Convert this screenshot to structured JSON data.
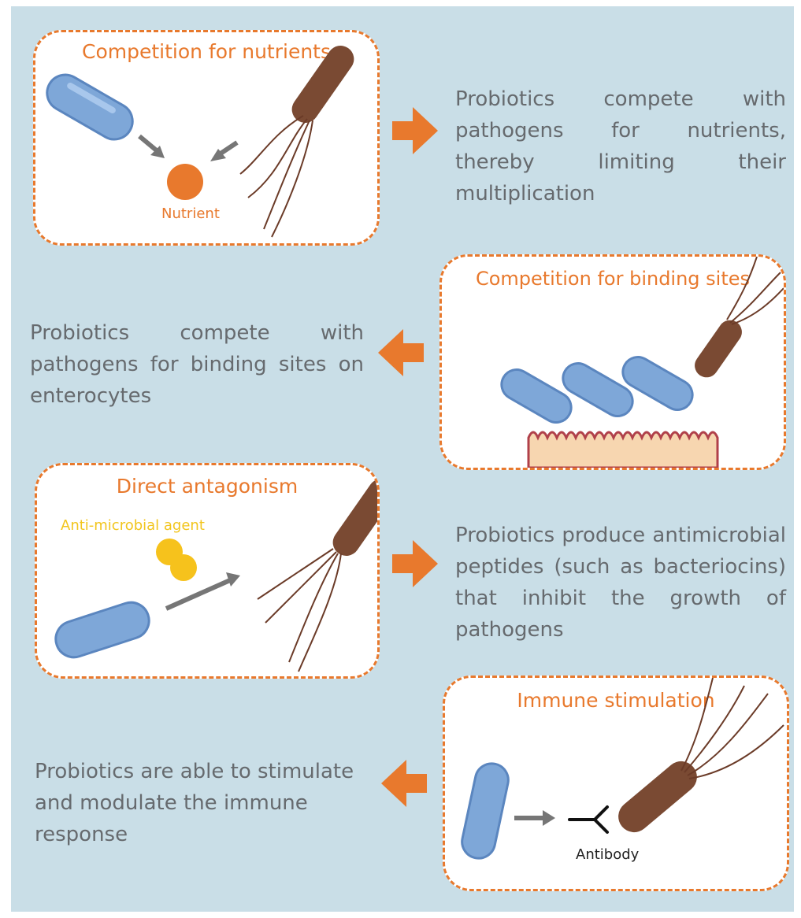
{
  "panels": [
    {
      "title": "Competition for nutrients",
      "labels": {
        "nutrient": "Nutrient"
      },
      "description": "Probiotics compete with pathogens for nutrients, thereby limiting their multiplication"
    },
    {
      "title": "Competition for binding sites",
      "description": "Probiotics compete with pathogens for binding sites on enterocytes"
    },
    {
      "title": "Direct antagonism",
      "labels": {
        "agent": "Anti-microbial agent"
      },
      "description": "Probiotics produce antimicrobial peptides (such as bacteriocins) that inhibit the growth of pathogens"
    },
    {
      "title": "Immune stimulation",
      "labels": {
        "antibody": "Antibody"
      },
      "description": "Probiotics are able to stimulate and modulate the immune response"
    }
  ],
  "colors": {
    "background": "#c9dee7",
    "accent_orange": "#e8792d",
    "probiotic_blue": "#7ea7d8",
    "pathogen_brown": "#7a4a33",
    "agent_yellow": "#f6c21c",
    "text_gray": "#666a6e"
  }
}
